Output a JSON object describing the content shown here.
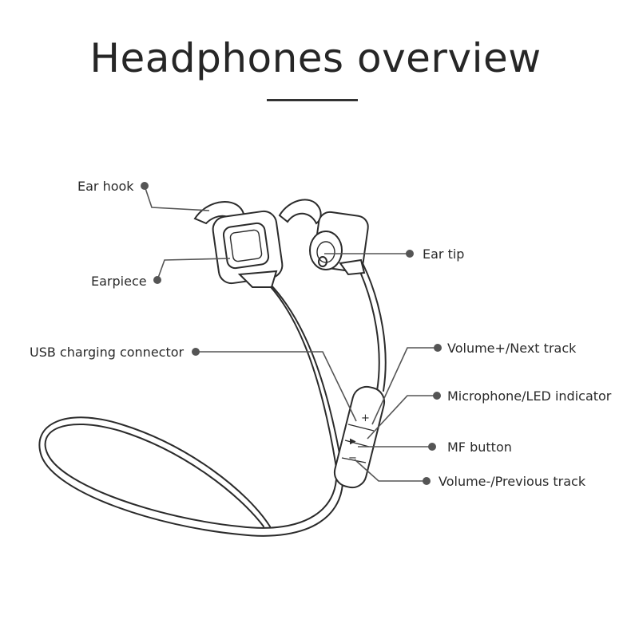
{
  "title": "Headphones overview",
  "labels": {
    "ear_hook": "Ear hook",
    "earpiece": "Earpiece",
    "ear_tip": "Ear tip",
    "usb_charging_connector": "USB charging connector",
    "volume_plus": "Volume+/Next track",
    "microphone_led": "Microphone/LED indicator",
    "mf_button": "MF button",
    "volume_minus": "Volume-/Previous track"
  },
  "remote_symbols": {
    "plus": "+",
    "minus": "−",
    "play": "▶"
  }
}
